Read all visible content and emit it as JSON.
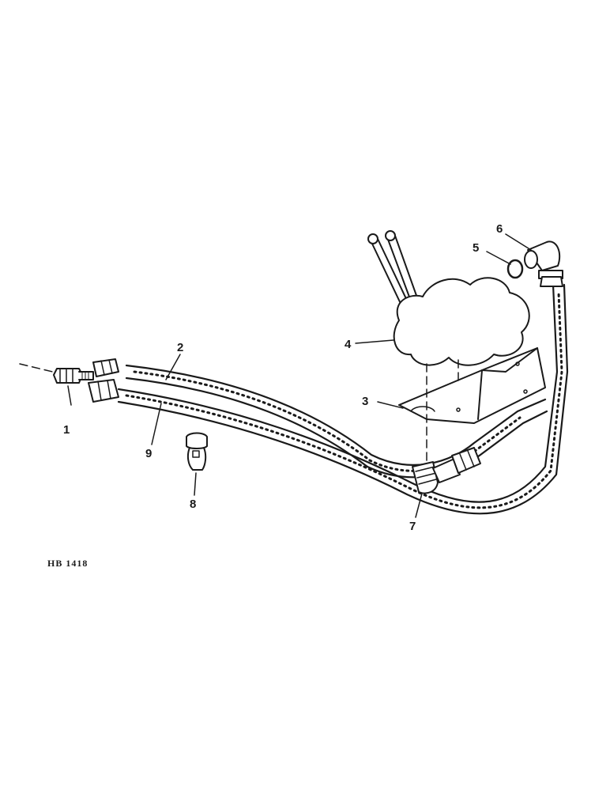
{
  "figure_id": "HB 1418",
  "callouts": [
    "1",
    "2",
    "3",
    "4",
    "5",
    "6",
    "7",
    "8",
    "9"
  ],
  "colors": {
    "ink": "#1a1a1a",
    "paper": "#ffffff"
  }
}
